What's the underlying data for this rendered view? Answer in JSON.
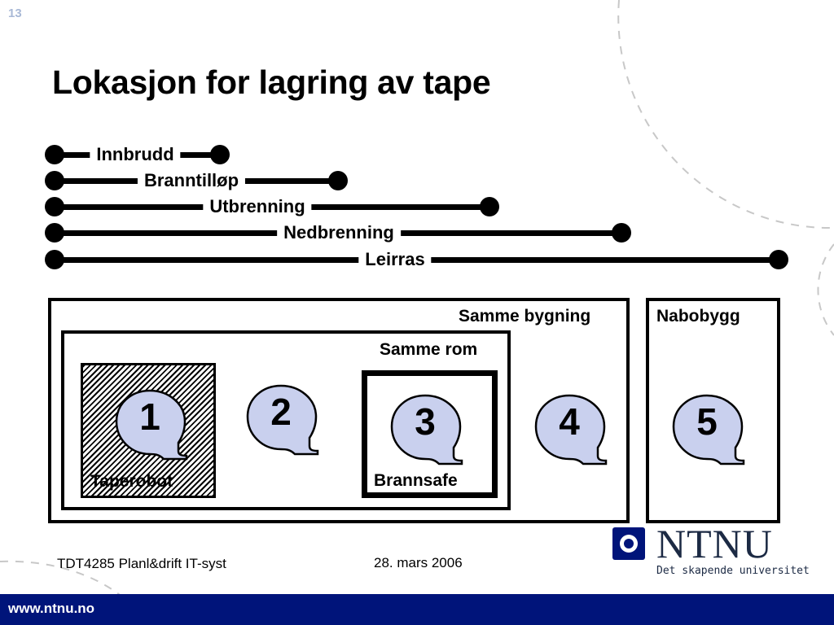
{
  "slide": {
    "page_number": "13",
    "title": "Lokasjon for lagring av tape"
  },
  "threats": [
    {
      "label": "Innbrudd"
    },
    {
      "label": "Branntilløp"
    },
    {
      "label": "Utbrenning"
    },
    {
      "label": "Nedbrenning"
    },
    {
      "label": "Leirras"
    }
  ],
  "zones": {
    "same_building": "Samme bygning",
    "neighbor_building": "Nabobygg",
    "same_room": "Samme rom",
    "tape_robot": "Taperobot",
    "fire_safe": "Brannsafe"
  },
  "locations": [
    {
      "number": "1"
    },
    {
      "number": "2"
    },
    {
      "number": "3"
    },
    {
      "number": "4"
    },
    {
      "number": "5"
    }
  ],
  "footer": {
    "course": "TDT4285 Planl&drift IT-syst",
    "date": "28. mars 2006",
    "url": "www.ntnu.no"
  },
  "logo": {
    "name": "NTNU",
    "tagline": "Det skapende universitet"
  },
  "colors": {
    "bubble_fill": "#c9d0ee",
    "brand_blue": "#00147a",
    "decor_dash": "#c8c8c8"
  }
}
